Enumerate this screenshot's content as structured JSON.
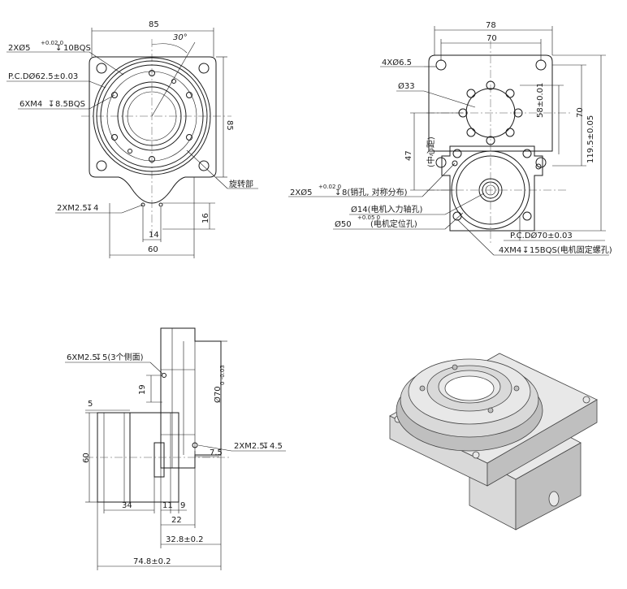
{
  "front_view": {
    "dim_width_top": "85",
    "dim_angle": "30°",
    "dim_height_right": "85",
    "dim_bottom_16": "16",
    "dim_bottom_14": "14",
    "dim_bottom_60": "60",
    "callout_pin_holes": "2XØ5",
    "callout_pin_tol": "+0.02 0",
    "callout_pin_depth": "10BQS",
    "callout_pcd": "P.C.DØ62.5±0.03",
    "callout_6xm4": "6XM4",
    "callout_6xm4_depth": "8.5BQS",
    "callout_2xm25": "2XM2.5",
    "callout_2xm25_depth": "4",
    "callout_rotating": "旋转部"
  },
  "side_view": {
    "dim_78": "78",
    "dim_70_top": "70",
    "callout_4x65": "4XØ6.5",
    "callout_33": "Ø33",
    "dim_58": "58±0.01",
    "dim_70_right": "70",
    "dim_1195": "119.5±0.05",
    "dim_47": "47",
    "dim_47_note": "(中心距)",
    "callout_2x5": "2XØ5",
    "callout_2x5_tol": "+0.02 0",
    "callout_2x5_depth": "8(销孔, 对称分布)",
    "callout_14": "Ø14(电机入力轴孔)",
    "callout_50": "Ø50",
    "callout_50_tol": "+0.05 0",
    "callout_50_note": "(电机定位孔)",
    "callout_pcd70": "P.C.DØ70±0.03",
    "callout_4xm4": "4XM4",
    "callout_4xm4_depth": "15BQS(电机固定螺孔)"
  },
  "profile_view": {
    "callout_6xm25": "6XM2.5",
    "callout_6xm25_depth": "5(3个侧面)",
    "dim_19": "19",
    "dim_5": "5",
    "dim_60": "60",
    "dim_70": "Ø70",
    "dim_70_tol": "0 -0.03",
    "callout_2xm25": "2XM2.5",
    "callout_2xm25_depth": "4.5",
    "dim_75": "7.5",
    "dim_34": "34",
    "dim_11": "11",
    "dim_9": "9",
    "dim_22": "22",
    "dim_328": "32.8±0.2",
    "dim_748": "74.8±0.2"
  },
  "iso_view": {
    "body_color": "#d9d9d9",
    "top_color": "#e8e8e8",
    "dark_color": "#bfbfbf"
  }
}
